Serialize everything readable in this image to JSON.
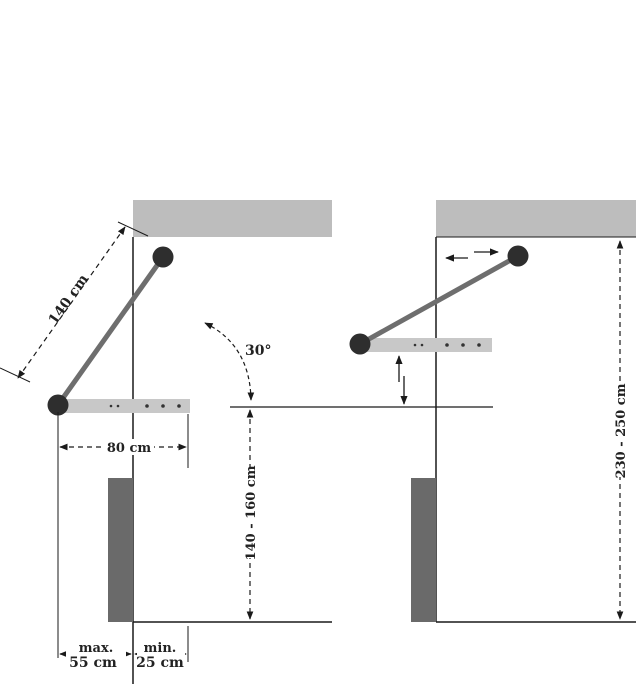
{
  "labels": {
    "diag_len": "140 cm",
    "angle": "30°",
    "width": "80 cm",
    "height": "140 - 160 cm",
    "max_word": "max.",
    "max_val": "55 cm",
    "min_word": "min.",
    "min_val": "25 cm",
    "right_height": "230 - 250 cm"
  },
  "colors": {
    "line": "#1a1a1a",
    "ceiling": "#bdbdbd",
    "rail": "#c8c8c8",
    "rod": "#6e6e6e",
    "joint": "#2e2e2e",
    "column": "#6a6a6a"
  }
}
